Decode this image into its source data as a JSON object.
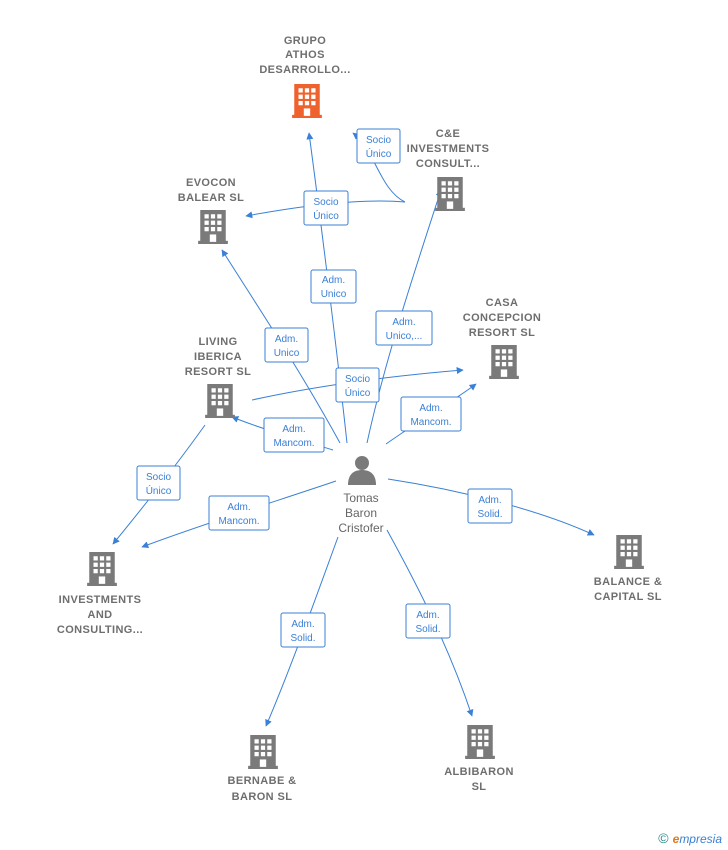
{
  "diagram": {
    "center": {
      "name_lines": [
        "Tomas",
        "Baron",
        "Cristofer"
      ],
      "icon": "person-icon"
    },
    "companies": [
      {
        "id": "grupo-athos",
        "name_lines": [
          "GRUPO",
          "ATHOS",
          "DESARROLLO..."
        ],
        "highlight": true,
        "icon": "building-icon"
      },
      {
        "id": "ce-investments",
        "name_lines": [
          "C&E",
          "INVESTMENTS",
          "CONSULT..."
        ],
        "highlight": false,
        "icon": "building-icon"
      },
      {
        "id": "evocon-balear",
        "name_lines": [
          "EVOCON",
          "BALEAR  SL"
        ],
        "highlight": false,
        "icon": "building-icon"
      },
      {
        "id": "casa-concepcion",
        "name_lines": [
          "CASA",
          "CONCEPCION",
          "RESORT  SL"
        ],
        "highlight": false,
        "icon": "building-icon"
      },
      {
        "id": "living-iberica",
        "name_lines": [
          "LIVING",
          "IBERICA",
          "RESORT  SL"
        ],
        "highlight": false,
        "icon": "building-icon"
      },
      {
        "id": "investments-consulting",
        "name_lines": [
          "INVESTMENTS",
          "AND",
          "CONSULTING..."
        ],
        "highlight": false,
        "icon": "building-icon"
      },
      {
        "id": "balance-capital",
        "name_lines": [
          "BALANCE &",
          "CAPITAL  SL"
        ],
        "highlight": false,
        "icon": "building-icon"
      },
      {
        "id": "bernabe-baron",
        "name_lines": [
          "BERNABE &",
          "BARON  SL"
        ],
        "highlight": false,
        "icon": "building-icon"
      },
      {
        "id": "albibaron",
        "name_lines": [
          "ALBIBARON",
          "SL"
        ],
        "highlight": false,
        "icon": "building-icon"
      }
    ],
    "relations": [
      {
        "id": "rel-grupo-adm",
        "lines": [
          "Adm.",
          "Unico"
        ]
      },
      {
        "id": "rel-ce-socio",
        "lines": [
          "Socio",
          "Único"
        ]
      },
      {
        "id": "rel-evocon-socio",
        "lines": [
          "Socio",
          "Único"
        ]
      },
      {
        "id": "rel-ce-adm",
        "lines": [
          "Adm.",
          "Unico,..."
        ]
      },
      {
        "id": "rel-evocon-adm",
        "lines": [
          "Adm.",
          "Unico"
        ]
      },
      {
        "id": "rel-casa-socio",
        "lines": [
          "Socio",
          "Único"
        ]
      },
      {
        "id": "rel-casa-adm",
        "lines": [
          "Adm.",
          "Mancom."
        ]
      },
      {
        "id": "rel-living-adm",
        "lines": [
          "Adm.",
          "Mancom."
        ]
      },
      {
        "id": "rel-investments-socio",
        "lines": [
          "Socio",
          "Único"
        ]
      },
      {
        "id": "rel-investments-adm",
        "lines": [
          "Adm.",
          "Mancom."
        ]
      },
      {
        "id": "rel-balance-adm",
        "lines": [
          "Adm.",
          "Solid."
        ]
      },
      {
        "id": "rel-bernabe-adm",
        "lines": [
          "Adm.",
          "Solid."
        ]
      },
      {
        "id": "rel-albibaron-adm",
        "lines": [
          "Adm.",
          "Solid."
        ]
      }
    ]
  },
  "colors": {
    "edge": "#3a80d6",
    "building": "#7a7a7a",
    "building_highlight": "#f0622d"
  },
  "footer": {
    "copyright": "©",
    "brand_initial": "e",
    "brand_rest": "mpresia"
  }
}
